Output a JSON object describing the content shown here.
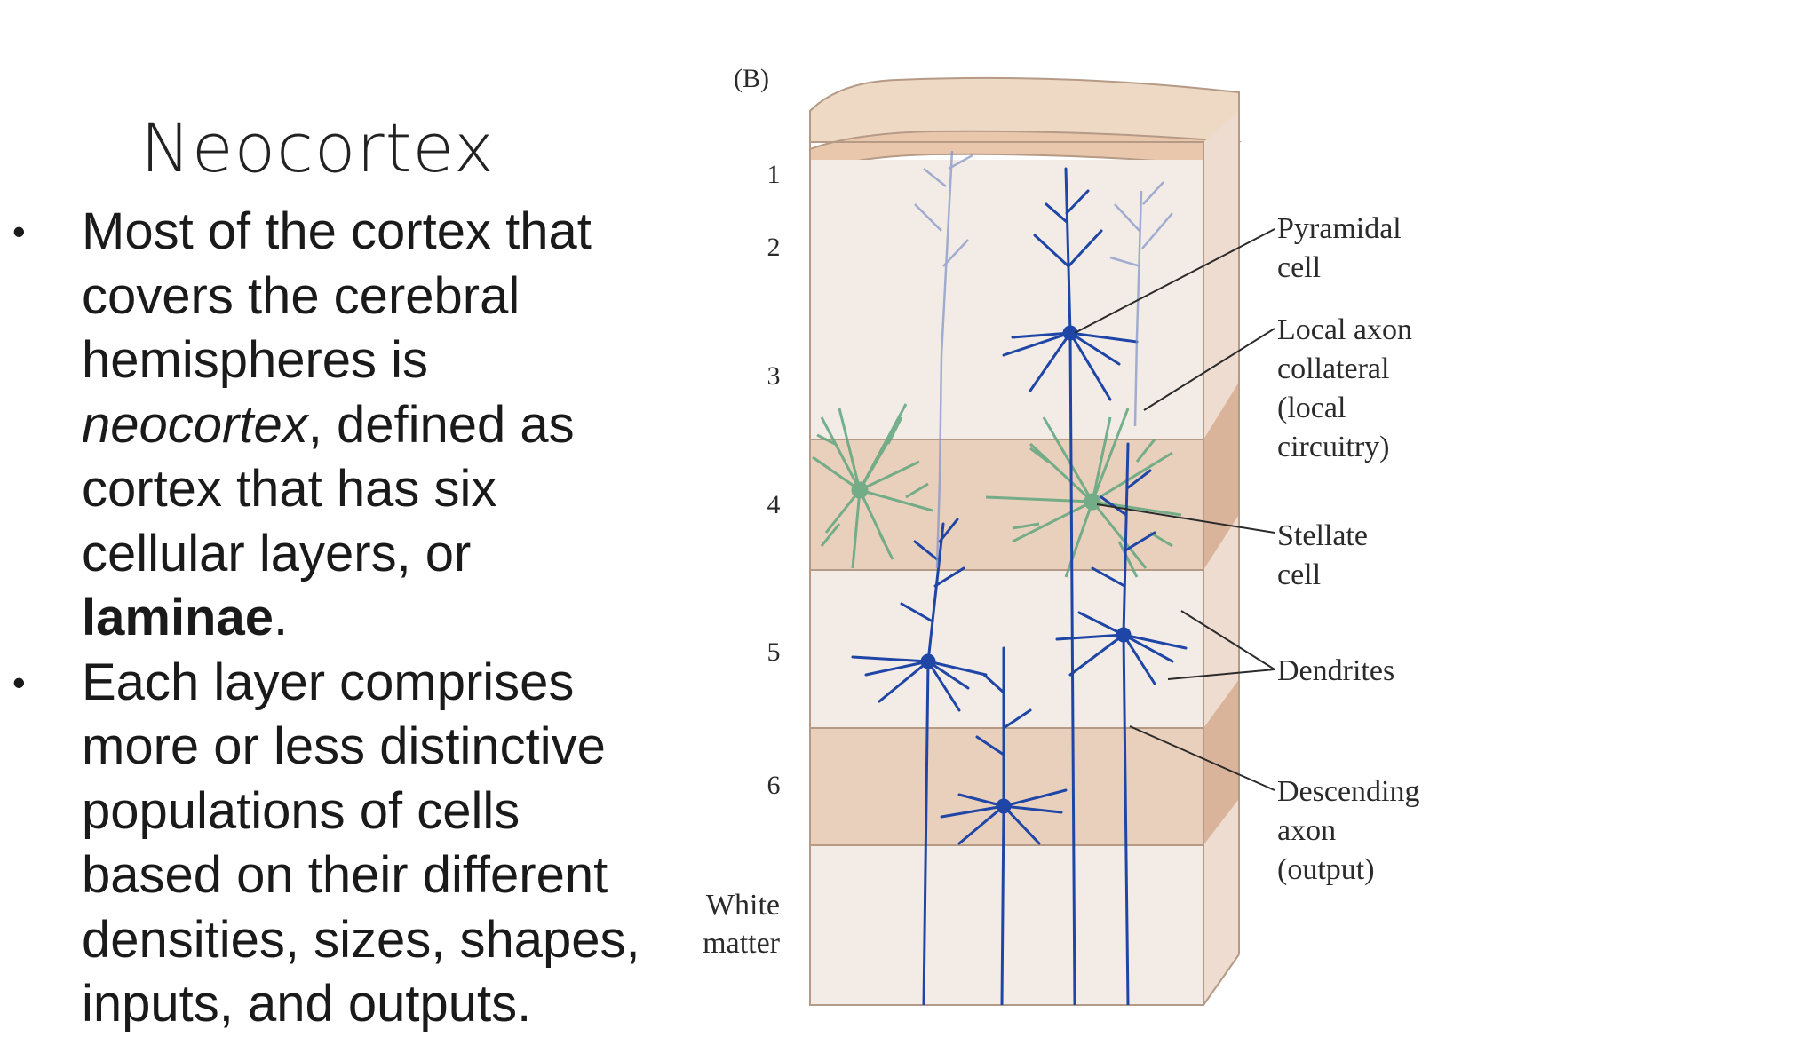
{
  "slide": {
    "title": "Neocortex",
    "bullets": [
      {
        "line_before": "Most of the cortex that\ncovers the cerebral\nhemispheres is",
        "italic_term": "neocortex",
        "after_italic": ", defined as\ncortex that has six\ncellular layers, or",
        "bold_term": "laminae",
        "after_bold": "."
      },
      {
        "text": "Each layer comprises\nmore or less distinctive\npopulations of cells\nbased on their different\ndensities, sizes, shapes,\ninputs, and outputs."
      }
    ]
  },
  "diagram": {
    "panel_label": "(B)",
    "layers": [
      "1",
      "2",
      "3",
      "4",
      "5",
      "6"
    ],
    "white_matter_label": [
      "White",
      "matter"
    ],
    "labels": [
      [
        "Pyramidal",
        "cell"
      ],
      [
        "Local axon",
        "collateral",
        "(local",
        "circuitry)"
      ],
      [
        "Stellate",
        "cell"
      ],
      [
        "Dendrites"
      ],
      [
        "Descending",
        "axon",
        "(output)"
      ]
    ],
    "colors": {
      "light_layer": "#f3ece6",
      "dark_layer": "#e9d0bc",
      "side_light": "#eddccf",
      "side_dark": "#d9b49a",
      "top_face": "#eed9c5",
      "outline": "#b59a86",
      "neuron_blue": "#1f46a6",
      "neuron_green": "#5fa67e",
      "leader_line": "#2b2b2b"
    }
  }
}
